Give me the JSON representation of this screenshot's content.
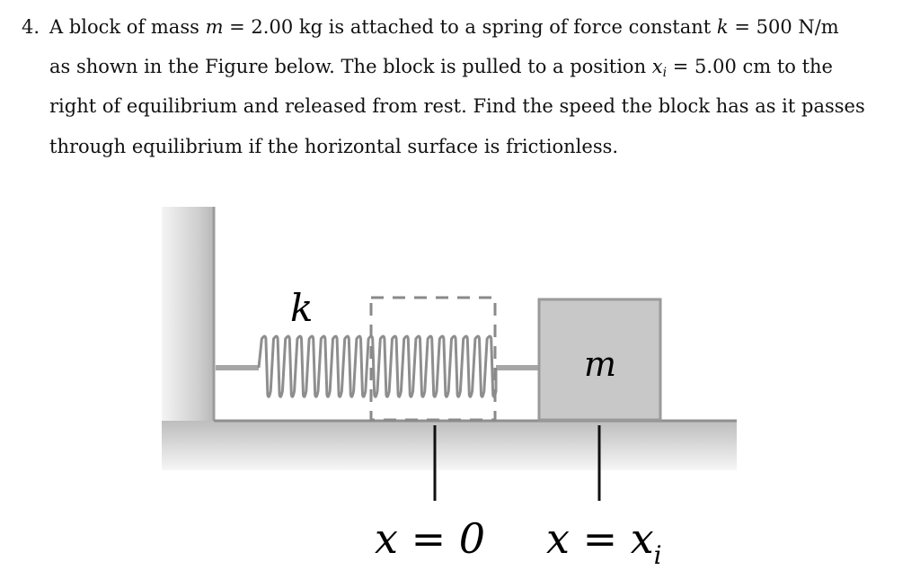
{
  "problem": {
    "number": "4.",
    "line1": {
      "t1": "A block of mass ",
      "m": "m",
      "t2": " = 2.00 kg is attached to a spring of force constant ",
      "k": "k",
      "t3": " = 500 N/m"
    },
    "line2": {
      "t1": "as shown in the Figure below. The block is pulled to a position ",
      "x": "x",
      "sub": "i",
      "t2": " = 5.00 cm to the"
    },
    "line3": "right of equilibrium and released from rest. Find the speed the block has as it passes",
    "line4": "through equilibrium if the horizontal surface is frictionless."
  },
  "figure": {
    "spring_label": "k",
    "block_label": "m",
    "equilibrium_label": "x = 0",
    "release_label_x": "x = x",
    "release_label_sub": "i"
  }
}
